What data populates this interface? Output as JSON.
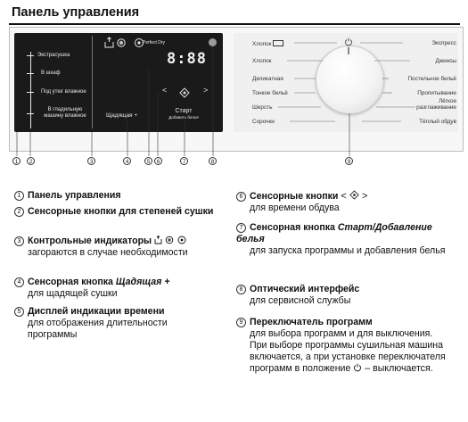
{
  "page": {
    "title": "Панель управления"
  },
  "panel": {
    "dryness": [
      "Экстрасушка",
      "В шкаф",
      "Под утюг влажное",
      "В гладильную машину влажное"
    ],
    "indicators": {
      "perfect_dry": "Perfect Dry"
    },
    "display": "8:88",
    "nav": {
      "left": "<",
      "right": ">"
    },
    "gentle": "Щадящая +",
    "start": {
      "label": "Старт",
      "sub": "Добавить бельё"
    },
    "programs_left": [
      "Хлопок",
      "Хлопок",
      "Деликатная",
      "Тонкое бельё",
      "Шерсть",
      "Сорочки"
    ],
    "programs_right": [
      "Экспресс",
      "Джинсы",
      "Постельное бельё",
      "Пропитывание",
      "Лёгкое разглаживание",
      "Тёплый обдув"
    ]
  },
  "callouts": [
    "1",
    "2",
    "3",
    "4",
    "5",
    "6",
    "7",
    "8",
    "9"
  ],
  "legend": [
    {
      "n": "1",
      "title": "Панель управления"
    },
    {
      "n": "2",
      "title": "Сенсорные кнопки для степеней сушки"
    },
    {
      "n": "3",
      "title": "Контрольные индикаторы",
      "desc": "загораются в случае необходимости"
    },
    {
      "n": "4",
      "title": "Сенсорная кнопка ",
      "title_italic": "Щадящая +",
      "desc": "для щадящей сушки"
    },
    {
      "n": "5",
      "title": "Дисплей индикации времени",
      "desc": "для отображения длительности программы"
    },
    {
      "n": "6",
      "title": "Сенсорные кнопки",
      "desc": "для времени обдува"
    },
    {
      "n": "7",
      "title": "Сенсорная кнопка ",
      "title_italic": "Старт/Добавление белья",
      "desc": "для запуска программы и добавления белья"
    },
    {
      "n": "8",
      "title": "Оптический интерфейс",
      "desc": "для сервисной службы"
    },
    {
      "n": "9",
      "title": "Переключатель программ",
      "desc": "для выбора программ и для выключения. При выборе программы сушильная машина включается, а при установке переключателя программ в положение",
      "desc_end": "– выключается."
    }
  ]
}
